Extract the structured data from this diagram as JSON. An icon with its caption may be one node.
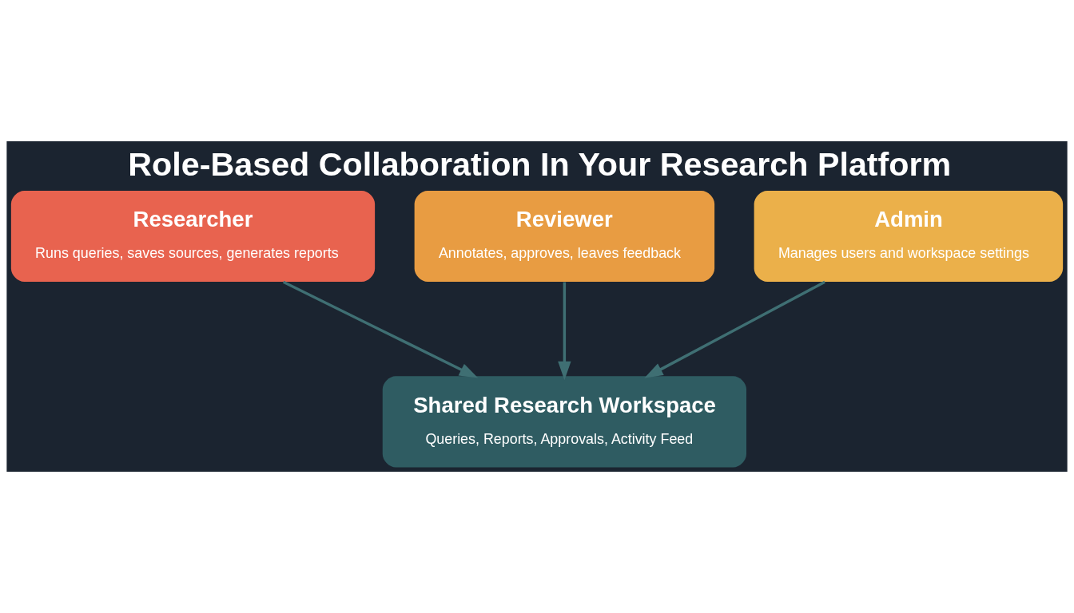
{
  "diagram": {
    "title": "Role-Based Collaboration In Your Research Platform",
    "nodes": [
      {
        "text": [
          "Researcher",
          "Runs queries, saves sources, generates reports"
        ]
      },
      {
        "text": [
          "Reviewer",
          "Annotates, approves, leaves feedback"
        ]
      },
      {
        "text": [
          "Admin",
          "Manages users and workspace settings"
        ]
      },
      {
        "text": [
          "Shared Research Workspace",
          "Queries, Reports, Approvals, Activity Feed"
        ]
      }
    ],
    "edges": [
      {
        "from": 0,
        "to": 3,
        "arrow": "to"
      },
      {
        "from": 1,
        "to": 3,
        "arrow": "to"
      },
      {
        "from": 2,
        "to": 3,
        "arrow": "to"
      }
    ]
  }
}
